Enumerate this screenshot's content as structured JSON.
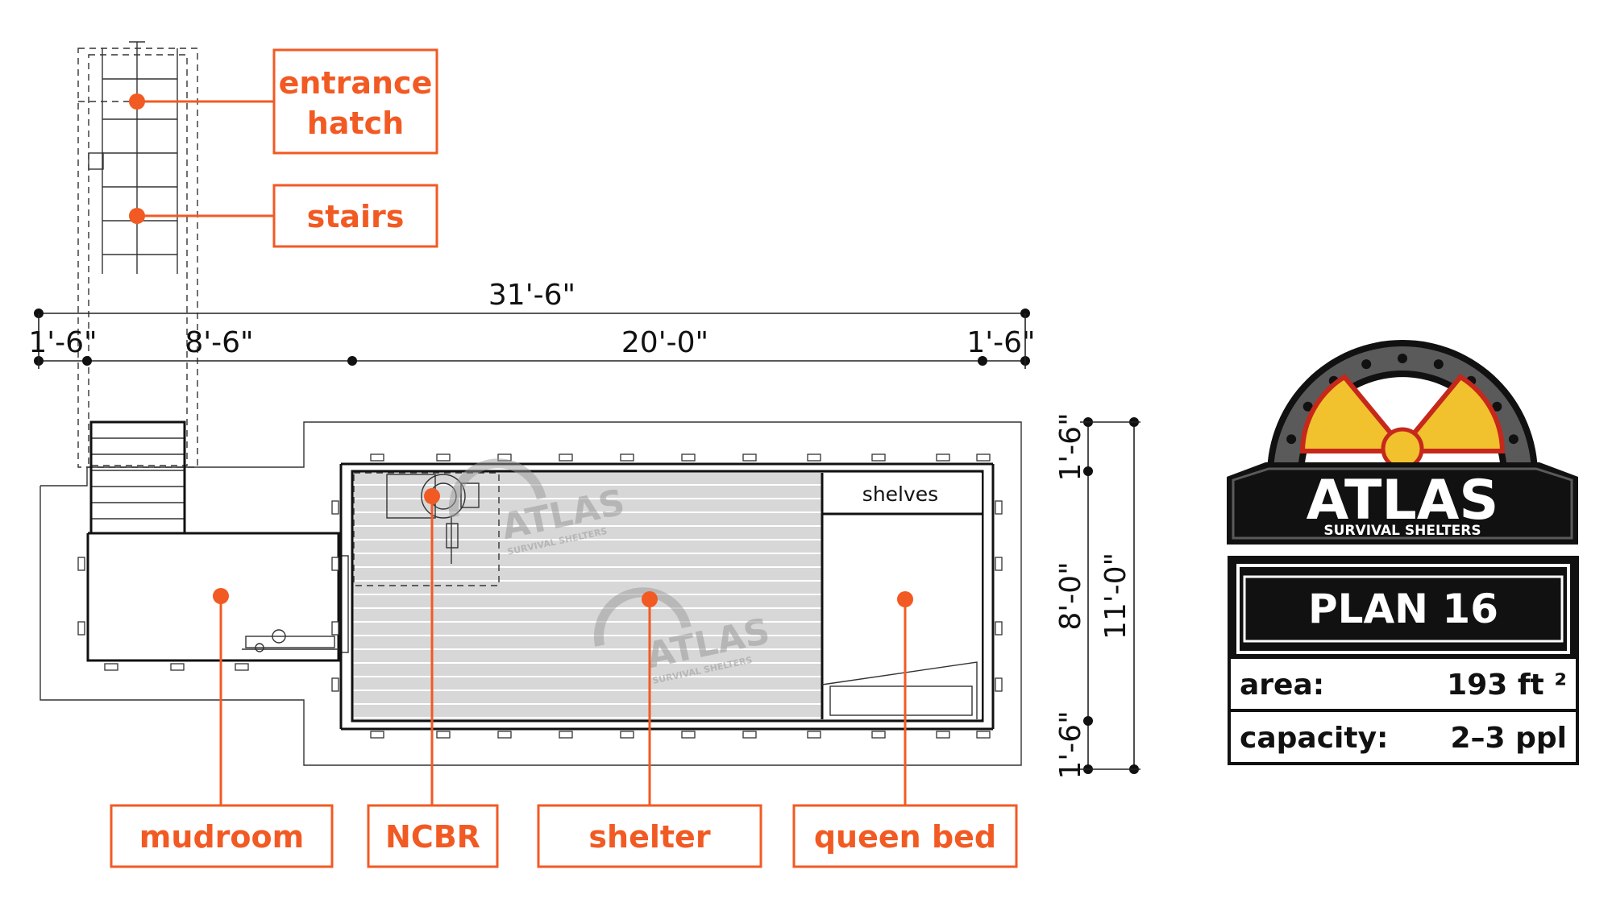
{
  "callouts": {
    "entrance_hatch_line1": "entrance",
    "entrance_hatch_line2": "hatch",
    "stairs": "stairs",
    "mudroom": "mudroom",
    "ncbr": "NCBR",
    "shelter": "shelter",
    "queen_bed": "queen bed"
  },
  "dimensions": {
    "overall_length": "31'-6\"",
    "segment_1": "1'-6\"",
    "segment_2": "8'-6\"",
    "segment_3": "20'-0\"",
    "segment_4": "1'-6\"",
    "right_top": "1'-6\"",
    "right_middle": "8'-0\"",
    "right_bottom": "1'-6\"",
    "overall_width": "11'-0\""
  },
  "room_labels": {
    "shelves": "shelves"
  },
  "watermark": {
    "brand": "ATLAS",
    "sub": "SURVIVAL SHELTERS"
  },
  "logo": {
    "brand": "ATLAS",
    "tagline": "SURVIVAL SHELTERS"
  },
  "plan_card": {
    "title": "PLAN 16",
    "area_label": "area:",
    "area_value": "193 ft ²",
    "capacity_label": "capacity:",
    "capacity_value": "2–3 ppl"
  },
  "colors": {
    "accent": "#f25a23",
    "logo_gray": "#5a5a5a",
    "logo_yellow": "#f2c12e",
    "logo_red": "#c6281c",
    "floor_gray": "#d7d7d7"
  }
}
